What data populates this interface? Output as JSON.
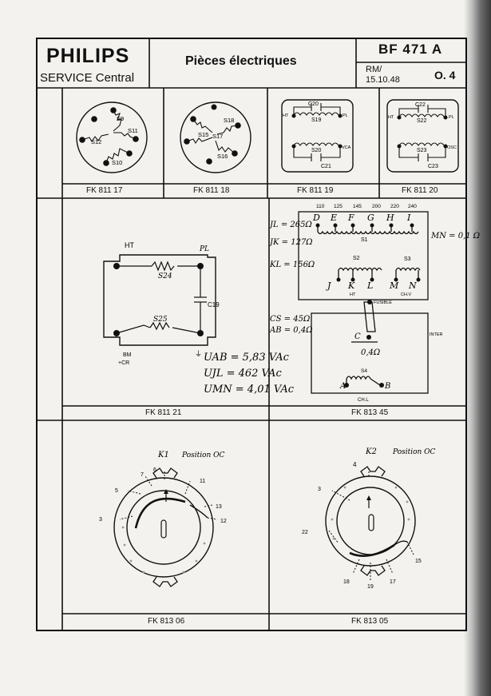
{
  "header": {
    "brand": "PHILIPS",
    "subtitle": "SERVICE Central",
    "title": "Pièces électriques",
    "model": "BF 471 A",
    "rm": "RM/",
    "date": "15.10.48",
    "sheet": "O. 4"
  },
  "captions": {
    "fk17": "FK 811 17",
    "fk18": "FK 811 18",
    "fk19": "FK 811 19",
    "fk20": "FK 811 20",
    "fk21": "FK 811 21",
    "fk45": "FK 813 45",
    "fk06": "FK 813 06",
    "fk05": "FK 813 05"
  },
  "fk17": {
    "s9": "S9",
    "s11": "S11",
    "s12": "S12",
    "s10": "S10"
  },
  "fk18": {
    "s18": "S18",
    "s17": "S17",
    "s15": "S15",
    "s16": "S16"
  },
  "fk19": {
    "c20": "C20",
    "s19": "S19",
    "ht": "HT",
    "pl": "PL",
    "s20": "S20",
    "vca": "VCA",
    "c21": "C21"
  },
  "fk20": {
    "c22": "C22",
    "s22": "S22",
    "ht": "HT",
    "pl": "PL",
    "s23": "S23",
    "osc": "OSC",
    "c23": "C23"
  },
  "fk21": {
    "ht": "HT",
    "pl": "PL",
    "s24": "S24",
    "c19": "C19",
    "s25": "S25",
    "bm": "BM",
    "cr": "+CR",
    "gnd": "⏚",
    "v1": "UAB = 5,83 VAc",
    "v2": "UJL = 462 VAc",
    "v3": "UMN = 4,01 VAc"
  },
  "fk45": {
    "top": [
      "110",
      "125",
      "145",
      "200",
      "220",
      "240"
    ],
    "taps": [
      "D",
      "E",
      "F",
      "G",
      "H",
      "I"
    ],
    "jl": "JL = 265Ω",
    "jk": "JK = 127Ω",
    "kl": "KL = 156Ω",
    "mn": "MN = 0,1 Ω",
    "s1": "S1",
    "s2": "S2",
    "s3": "S3",
    "bottom": [
      "J",
      "K",
      "L",
      "M",
      "N"
    ],
    "ht": "HT",
    "chv": "CH.V",
    "fusible": "FUSIBLE",
    "cs": "CS = 45Ω",
    "ab": "AB = 0,4Ω",
    "c": "C",
    "inter": "INTER",
    "v": "0,4Ω",
    "s4": "S4",
    "a": "A",
    "b": "B",
    "chl": "CH.L"
  },
  "fk06": {
    "k": "K1",
    "pos": "Position OC",
    "n": [
      "6",
      "7",
      "5",
      "11",
      "13",
      "3",
      "12"
    ]
  },
  "fk05": {
    "k": "K2",
    "pos": "Position OC",
    "n": [
      "4",
      "3",
      "22",
      "15",
      "18",
      "19",
      "17"
    ]
  }
}
